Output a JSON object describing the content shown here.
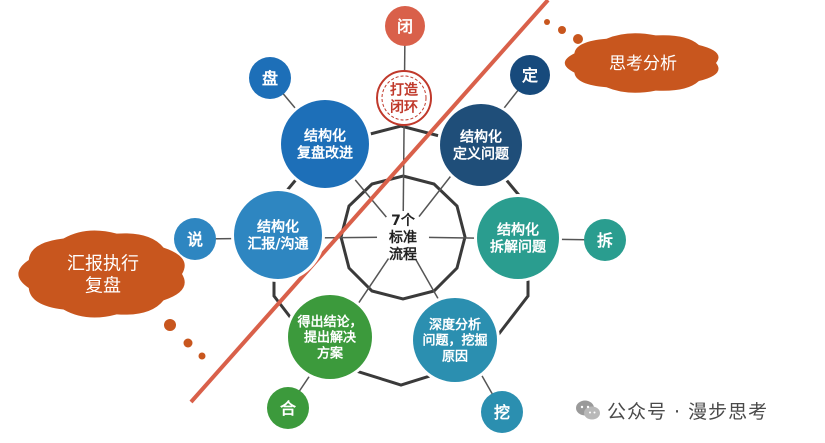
{
  "center": {
    "lines": [
      "7个",
      "标准",
      "流程"
    ]
  },
  "big_nodes": [
    {
      "id": "define",
      "lines": [
        "结构化",
        "定义问题"
      ],
      "color": "#1f4e79"
    },
    {
      "id": "split",
      "lines": [
        "结构化",
        "拆解问题"
      ],
      "color": "#2a9d8f"
    },
    {
      "id": "dig",
      "lines": [
        "深度分析",
        "问题，挖掘",
        "原因"
      ],
      "color": "#2b8fb0"
    },
    {
      "id": "conclude",
      "lines": [
        "得出结论，",
        "提出解决",
        "方案"
      ],
      "color": "#3c9a3c"
    },
    {
      "id": "report",
      "lines": [
        "结构化",
        "汇报/沟通"
      ],
      "color": "#2e86c1"
    },
    {
      "id": "review",
      "lines": [
        "结构化",
        "复盘改进"
      ],
      "color": "#1d6fb8"
    }
  ],
  "small_nodes": [
    {
      "id": "bi",
      "label": "闭",
      "color": "#d9604a"
    },
    {
      "id": "ding",
      "label": "定",
      "color": "#174a7c"
    },
    {
      "id": "chai",
      "label": "拆",
      "color": "#2a9d8f"
    },
    {
      "id": "wa",
      "label": "挖",
      "color": "#2b8fb0"
    },
    {
      "id": "he",
      "label": "合",
      "color": "#3c9a3c"
    },
    {
      "id": "shuo",
      "label": "说",
      "color": "#2e86c1"
    },
    {
      "id": "pan",
      "label": "盘",
      "color": "#1d6fb8"
    }
  ],
  "loop_badge": {
    "lines": [
      "打造",
      "闭环"
    ],
    "color": "#c0392b"
  },
  "clouds": [
    {
      "id": "think",
      "lines": [
        "思考分析"
      ],
      "color": "#c8561e"
    },
    {
      "id": "execute",
      "lines": [
        "汇报执行",
        "复盘"
      ],
      "color": "#c8561e"
    }
  ],
  "colors": {
    "slash": "#d9604a",
    "ring": "#3a3a3a",
    "spoke": "#555555",
    "dot": "#c8561e"
  },
  "watermark": {
    "text": "公众号 · 漫步思考"
  }
}
